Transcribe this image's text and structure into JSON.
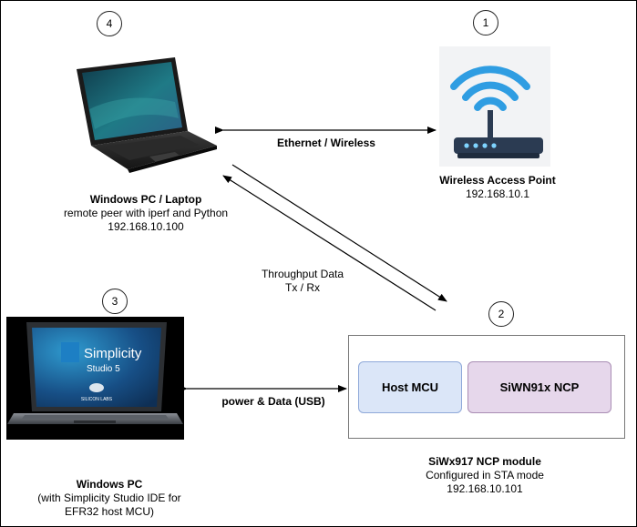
{
  "numbers": {
    "n1": "1",
    "n2": "2",
    "n3": "3",
    "n4": "4"
  },
  "laptop": {
    "title": "Windows PC /  Laptop",
    "line2": "remote peer with iperf and Python",
    "ip": "192.168.10.100"
  },
  "ap": {
    "title": "Wireless Access Point",
    "ip": "192.168.10.1"
  },
  "ethernet_label": "Ethernet / Wireless",
  "throughput": {
    "line1": "Throughput Data",
    "line2": "Tx / Rx"
  },
  "power_label": "power & Data (USB)",
  "studio": {
    "brand": "Simplicity",
    "sub": "Studio 5",
    "logo": "SILICON LABS"
  },
  "pc": {
    "title": "Windows PC",
    "line2": "(with Simplicity Studio IDE for",
    "line3": "EFR32 host MCU)"
  },
  "module": {
    "host_label": "Host MCU",
    "ncp_label": "SiWN91x NCP",
    "title": "SiWx917 NCP module",
    "line2": "Configured in STA mode",
    "ip": "192.168.10.101"
  },
  "colors": {
    "host_fill": "#dbe6f8",
    "host_border": "#8fa9d9",
    "ncp_fill": "#e6d7eb",
    "ncp_border": "#a98db4",
    "wifi_blue": "#2f9de2",
    "router_dark": "#2b3b52"
  }
}
